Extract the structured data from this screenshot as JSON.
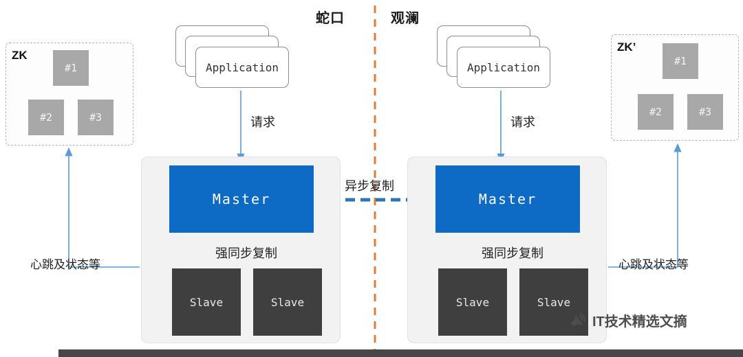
{
  "regions": {
    "left": "蛇口",
    "right": "观澜"
  },
  "async_label": "异步复制",
  "left": {
    "zk_label": "ZK",
    "zk_nodes": [
      "#1",
      "#2",
      "#3"
    ],
    "application_label": "Application",
    "request_label": "请求",
    "master_label": "Master",
    "sync_label": "强同步复制",
    "slaves": [
      "Slave",
      "Slave"
    ],
    "heartbeat_label": "心跳及状态等"
  },
  "right": {
    "zk_label": "ZK’",
    "zk_nodes": [
      "#1",
      "#2",
      "#3"
    ],
    "application_label": "Application",
    "request_label": "请求",
    "master_label": "Master",
    "sync_label": "强同步复制",
    "slaves": [
      "Slave",
      "Slave"
    ],
    "heartbeat_label": "心跳及状态等"
  },
  "watermark": {
    "text": "IT技术精选文摘"
  },
  "colors": {
    "master": "#0e6bc5",
    "slave": "#3f3f3f",
    "zk_node": "#a8a8a8",
    "divider": "#e07b39",
    "arrow": "#5b9bd5",
    "async_arrow": "#2e75b6"
  }
}
